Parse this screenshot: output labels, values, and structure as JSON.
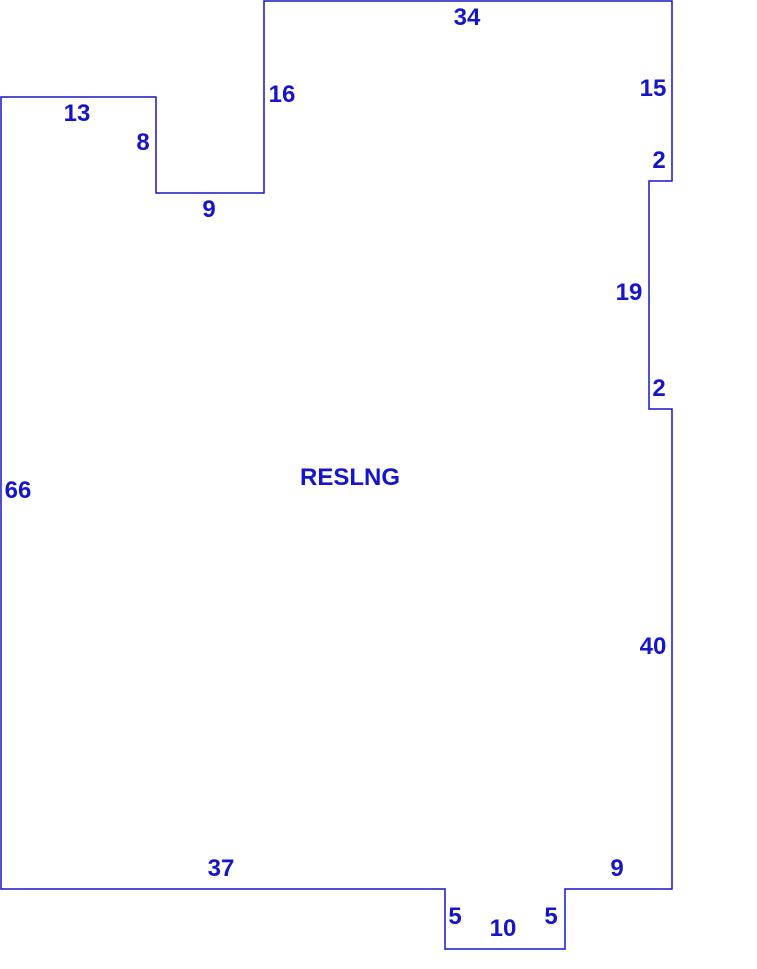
{
  "colors": {
    "outline": "#1515cc",
    "text": "#1515cc",
    "background": "#ffffff"
  },
  "room_label": "RESLNG",
  "dimensions": {
    "top": "34",
    "right_upper": "15",
    "jog_upper": "2",
    "recess": "19",
    "jog_lower": "2",
    "right_lower": "40",
    "bottom_right": "9",
    "bump_right": "5",
    "bump_bottom": "10",
    "bump_left": "5",
    "bottom_left": "37",
    "left": "66",
    "top_left": "13",
    "notch_right": "8",
    "notch_bottom": "9",
    "notch_wall": "16"
  }
}
